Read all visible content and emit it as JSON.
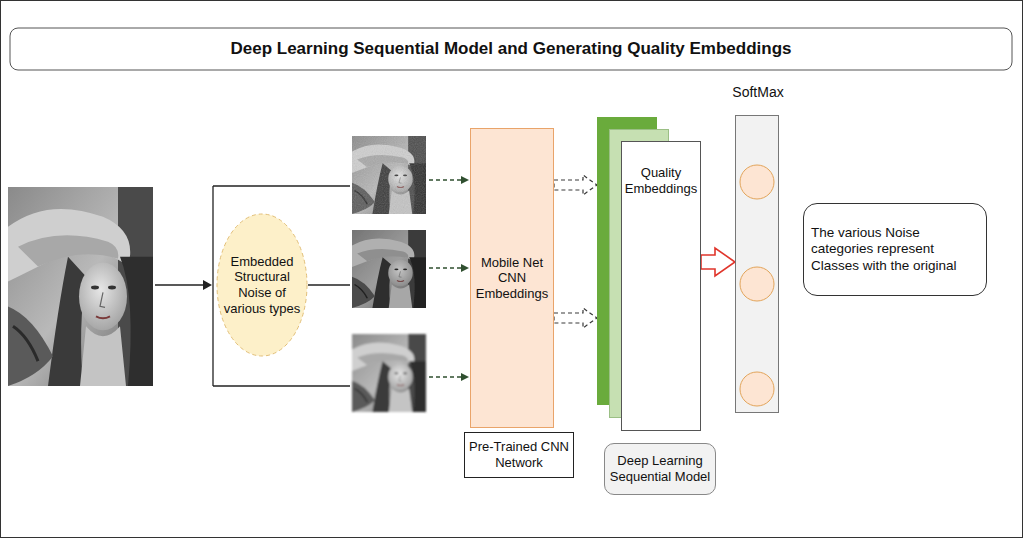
{
  "diagram": {
    "title": "Deep Learning Sequential Model and Generating Quality Embeddings",
    "nodes": [
      {
        "text": [
          "Embedded Structural Noise of various types"
        ]
      },
      {
        "text": [
          "Mobile Net CNN Embeddings"
        ]
      },
      {
        "text": [
          "Pre-Trained CNN Network"
        ]
      },
      {
        "text": [
          "Quality Embeddings"
        ]
      },
      {
        "text": [
          "Deep Learning Sequential Model"
        ]
      },
      {
        "text": [
          "SoftMax"
        ]
      },
      {
        "text": [
          "The various Noise categories represent Classes with the original"
        ]
      }
    ],
    "edges": [
      {
        "from": 1,
        "to": 3,
        "arrow": "to"
      },
      {
        "from": 1,
        "to": 3,
        "arrow": "to"
      },
      {
        "from": 3,
        "to": 5,
        "arrow": "to"
      }
    ]
  }
}
